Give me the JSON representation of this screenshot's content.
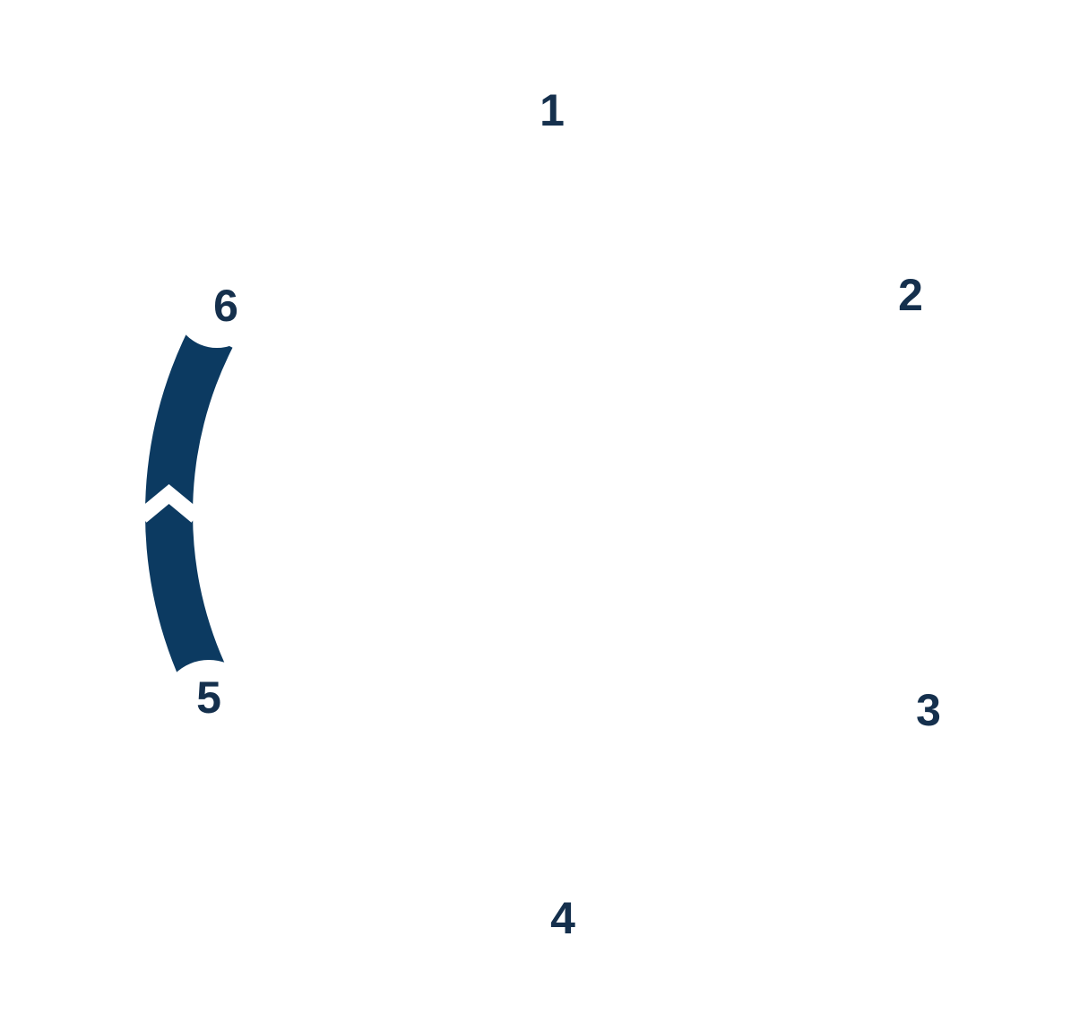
{
  "diagram": {
    "kind": "circular-process-cycle",
    "colors": {
      "segment_fill": "#0c3a61",
      "step_number": "#15304d",
      "background": "#ffffff"
    },
    "steps": [
      {
        "label": "1"
      },
      {
        "label": "2"
      },
      {
        "label": "3"
      },
      {
        "label": "4"
      },
      {
        "label": "5"
      },
      {
        "label": "6"
      }
    ],
    "arc_segment": {
      "between_steps": [
        "5",
        "6"
      ],
      "chevron_points_to": "6"
    }
  }
}
